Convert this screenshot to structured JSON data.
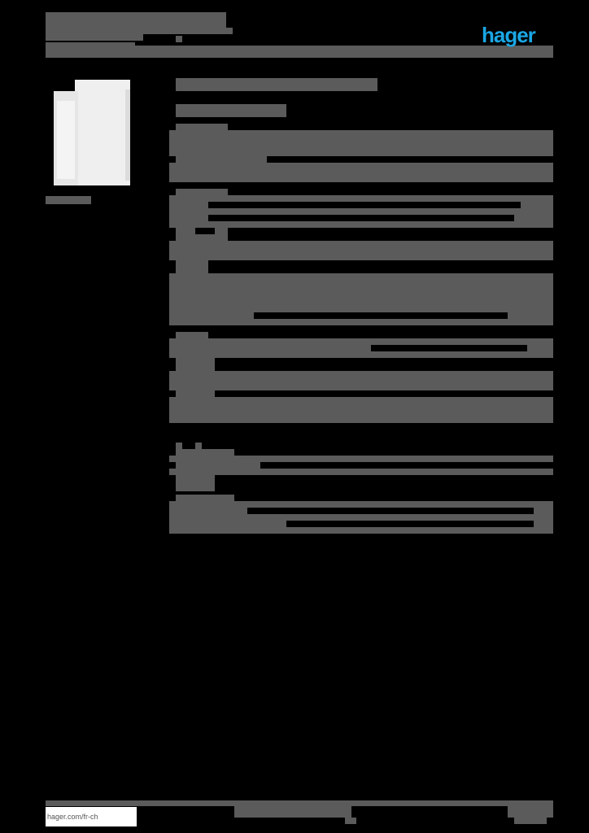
{
  "header": {
    "title": "",
    "subtitle": "",
    "brand_logo": "hager",
    "brand_color": "#1aa6e4"
  },
  "product_image": {
    "alt": "product-device-image",
    "caption": ""
  },
  "main": {
    "heading": "",
    "subheading": "",
    "sections": [
      {
        "title": "",
        "rows": []
      },
      {
        "title": "",
        "rows": []
      },
      {
        "title": "",
        "rows": []
      },
      {
        "title": "",
        "rows": []
      },
      {
        "title": "",
        "rows": []
      }
    ]
  },
  "footer": {
    "url": "hager.com/fr-ch",
    "page_info": ""
  },
  "colors": {
    "redaction_gray": "#5a5b5a",
    "background": "#000000"
  }
}
